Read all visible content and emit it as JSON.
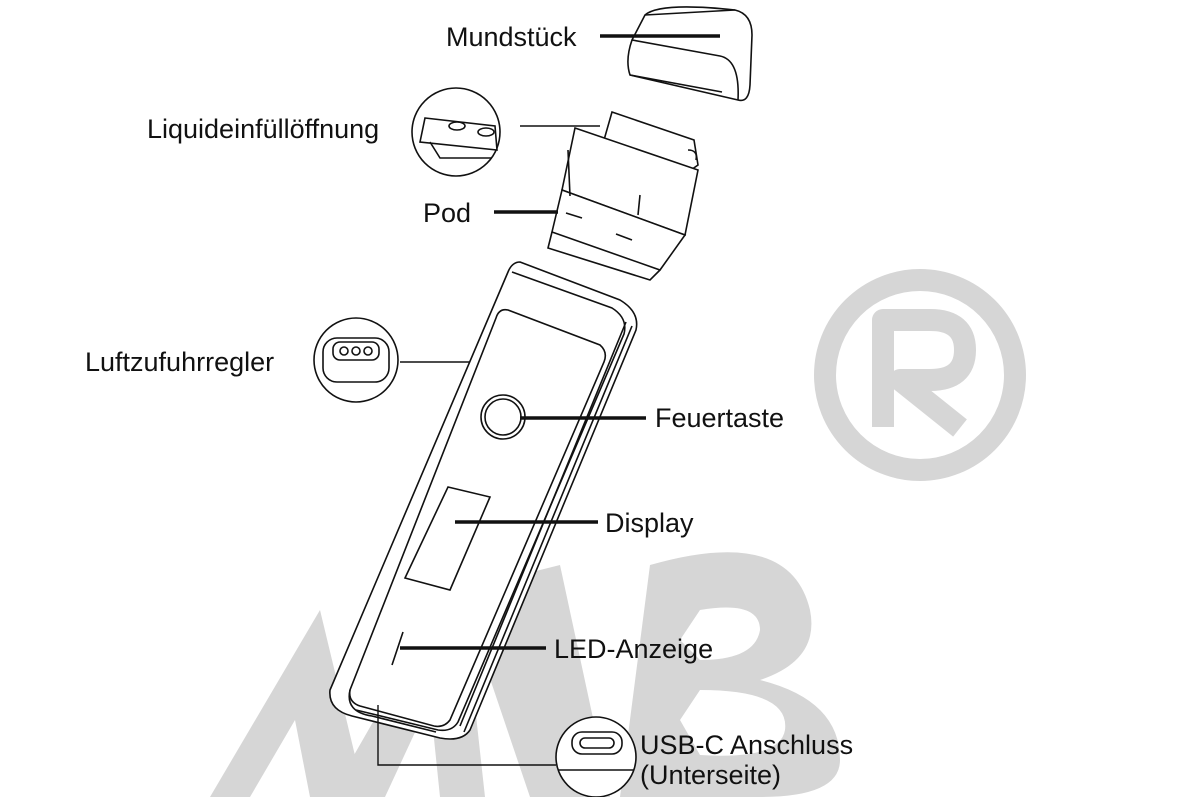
{
  "labels": {
    "mouthpiece": "Mundstück",
    "fill_opening": "Liquideinfüllöffnung",
    "pod": "Pod",
    "airflow": "Luftzufuhrregler",
    "fire_button": "Feuertaste",
    "display": "Display",
    "led": "LED-Anzeige",
    "usb_line1": "USB-C Anschluss",
    "usb_line2": "(Unterseite)"
  },
  "watermark": {
    "letters": "MB",
    "symbol": "R",
    "color": "#d6d6d6"
  }
}
